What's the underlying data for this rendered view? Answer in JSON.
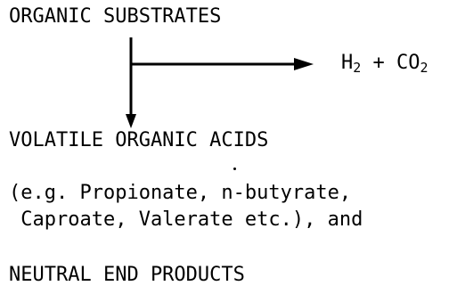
{
  "diagram": {
    "substrates_label": "ORGANIC SUBSTRATES",
    "gas_product": {
      "h_symbol": "H",
      "h_subscript": "2",
      "plus": " + ",
      "co_symbol": "CO",
      "co_subscript": "2"
    },
    "acids_label": "VOLATILE ORGANIC ACIDS",
    "examples_line_1": "(e.g. Propionate, n-butyrate,",
    "examples_line_2": " Caproate, Valerate etc.), and",
    "neutral_label": "NEUTRAL END PRODUCTS",
    "stroke_color": "#000000",
    "background_color": "#ffffff"
  }
}
